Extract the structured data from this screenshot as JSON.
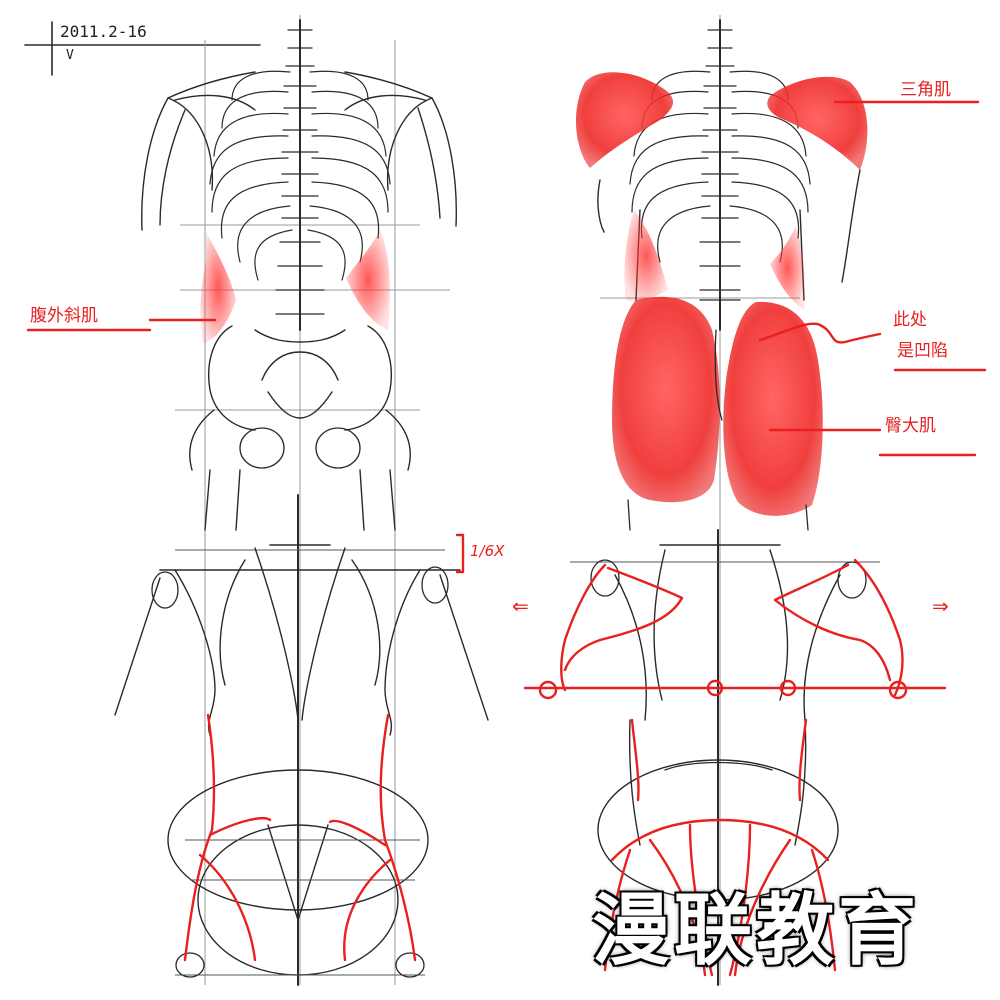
{
  "header": {
    "date": "2011.2-16",
    "mark": "V"
  },
  "labels": {
    "oblique": "腹外斜肌",
    "deltoid": "三角肌",
    "gluteus": "臀大肌",
    "note_line1": "此处",
    "note_line2": "是凹陷"
  },
  "ratio_note": "1/6X",
  "arrow_left": "⇐",
  "arrow_right": "⇒",
  "watermark": "漫联教育",
  "colors": {
    "muscle_red": "#e8201f",
    "ink": "#2a2a2a"
  }
}
